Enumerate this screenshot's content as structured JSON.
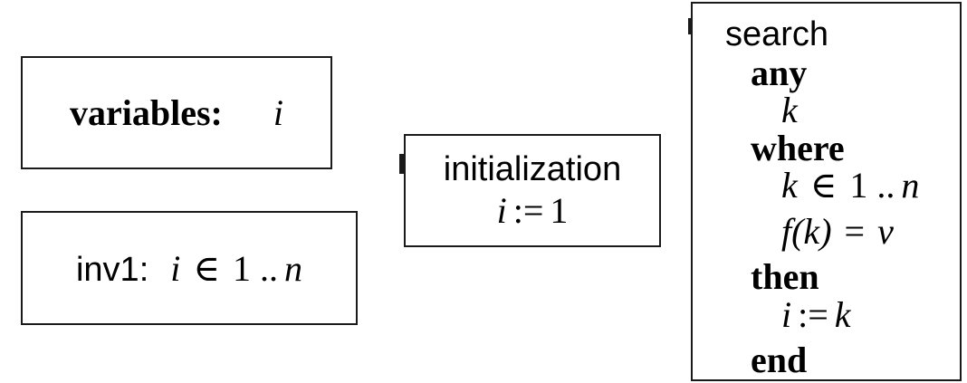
{
  "colors": {
    "background": "#ffffff",
    "border": "#1a1a1a",
    "text": "#000000"
  },
  "variables_box": {
    "keyword": "variables:",
    "variable": "i"
  },
  "invariant_box": {
    "label": "inv1:",
    "formula": {
      "lhs": "i",
      "op": "∈",
      "range": "1 ..",
      "bound": "n"
    }
  },
  "initialization_box": {
    "title": "initialization",
    "assignment": {
      "lhs": "i",
      "op": ":=",
      "rhs": "1"
    }
  },
  "search_box": {
    "title": "search",
    "any_keyword": "any",
    "parameter": "k",
    "where_keyword": "where",
    "guards": [
      {
        "lhs": "k",
        "op": "∈",
        "range": "1 ..",
        "bound": "n"
      },
      {
        "lhs": "f(k)",
        "op": "=",
        "rhs": "v"
      }
    ],
    "then_keyword": "then",
    "action": {
      "lhs": "i",
      "op": ":=",
      "rhs": "k"
    },
    "end_keyword": "end"
  }
}
